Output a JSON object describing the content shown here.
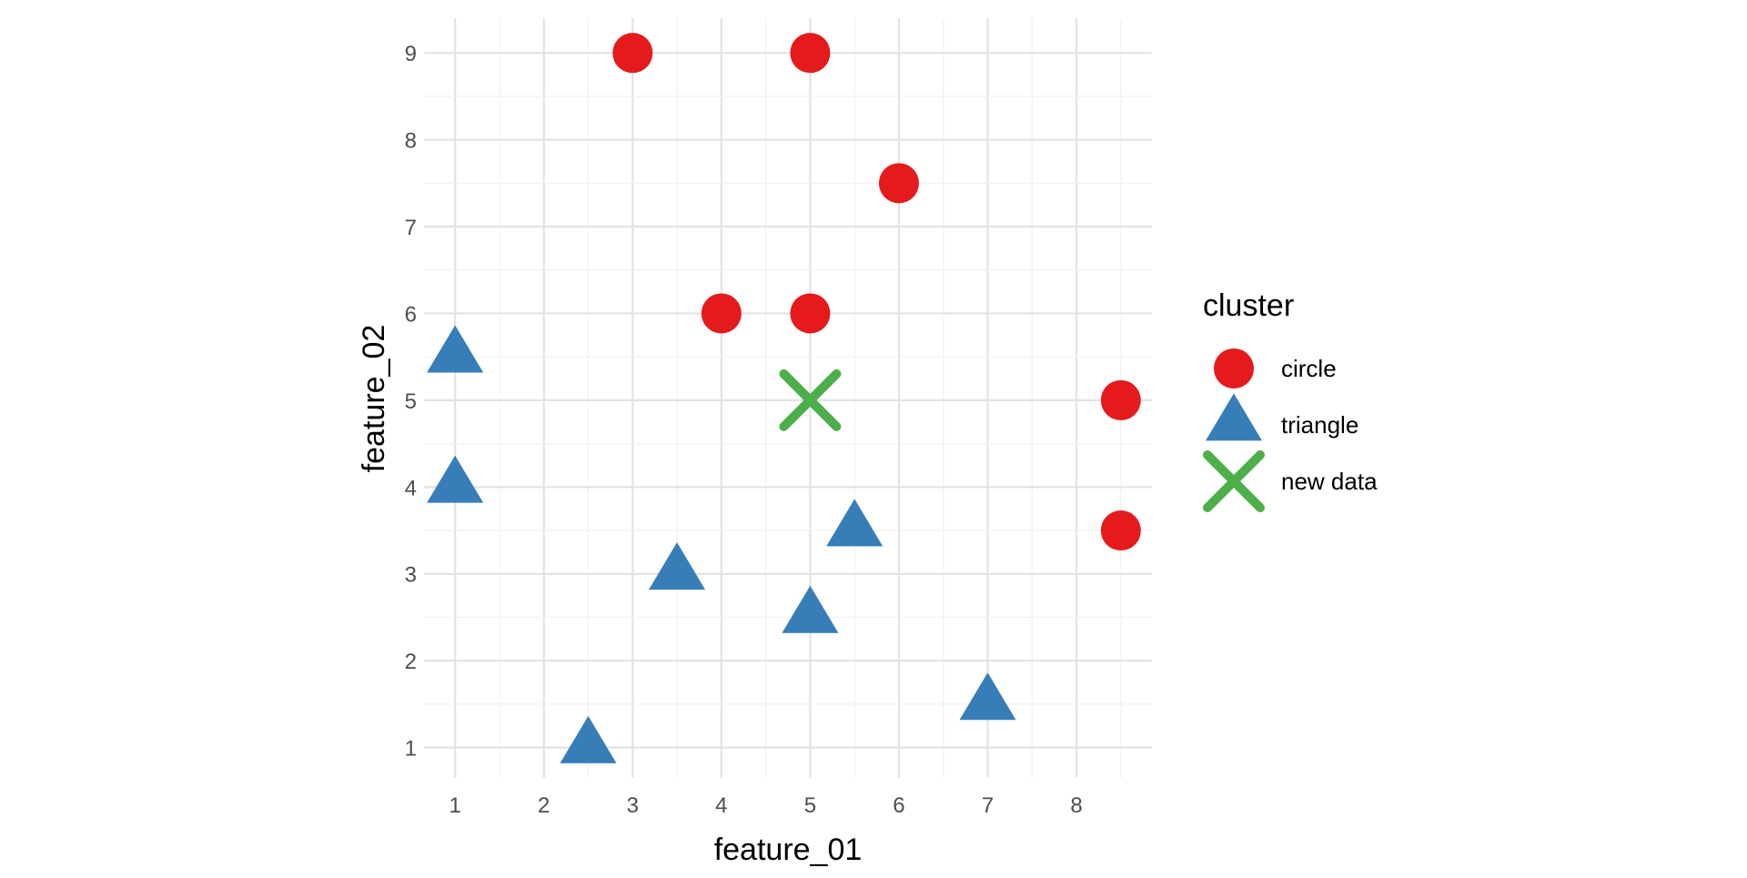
{
  "chart_data": {
    "type": "scatter",
    "xlabel": "feature_01",
    "ylabel": "feature_02",
    "xlim": [
      0.65,
      8.85
    ],
    "ylim": [
      0.65,
      9.4
    ],
    "xticks": [
      1,
      2,
      3,
      4,
      5,
      6,
      7,
      8
    ],
    "yticks": [
      1,
      2,
      3,
      4,
      5,
      6,
      7,
      8,
      9
    ],
    "grid": true,
    "legend_placement": "right",
    "legend_title": "cluster",
    "series": [
      {
        "name": "circle",
        "marker": "circle",
        "color": "#E41A1C",
        "points": [
          [
            3,
            9
          ],
          [
            5,
            9
          ],
          [
            6,
            7.5
          ],
          [
            4,
            6
          ],
          [
            5,
            6
          ],
          [
            8.5,
            5
          ],
          [
            8.5,
            3.5
          ]
        ]
      },
      {
        "name": "triangle",
        "marker": "triangle",
        "color": "#377EB8",
        "points": [
          [
            1,
            5.5
          ],
          [
            1,
            4
          ],
          [
            3.5,
            3
          ],
          [
            5,
            2.5
          ],
          [
            5.5,
            3.5
          ],
          [
            2.5,
            1
          ],
          [
            7,
            1.5
          ]
        ]
      },
      {
        "name": "new data",
        "marker": "cross",
        "color": "#4DAF4A",
        "points": [
          [
            5,
            5
          ]
        ]
      }
    ]
  }
}
